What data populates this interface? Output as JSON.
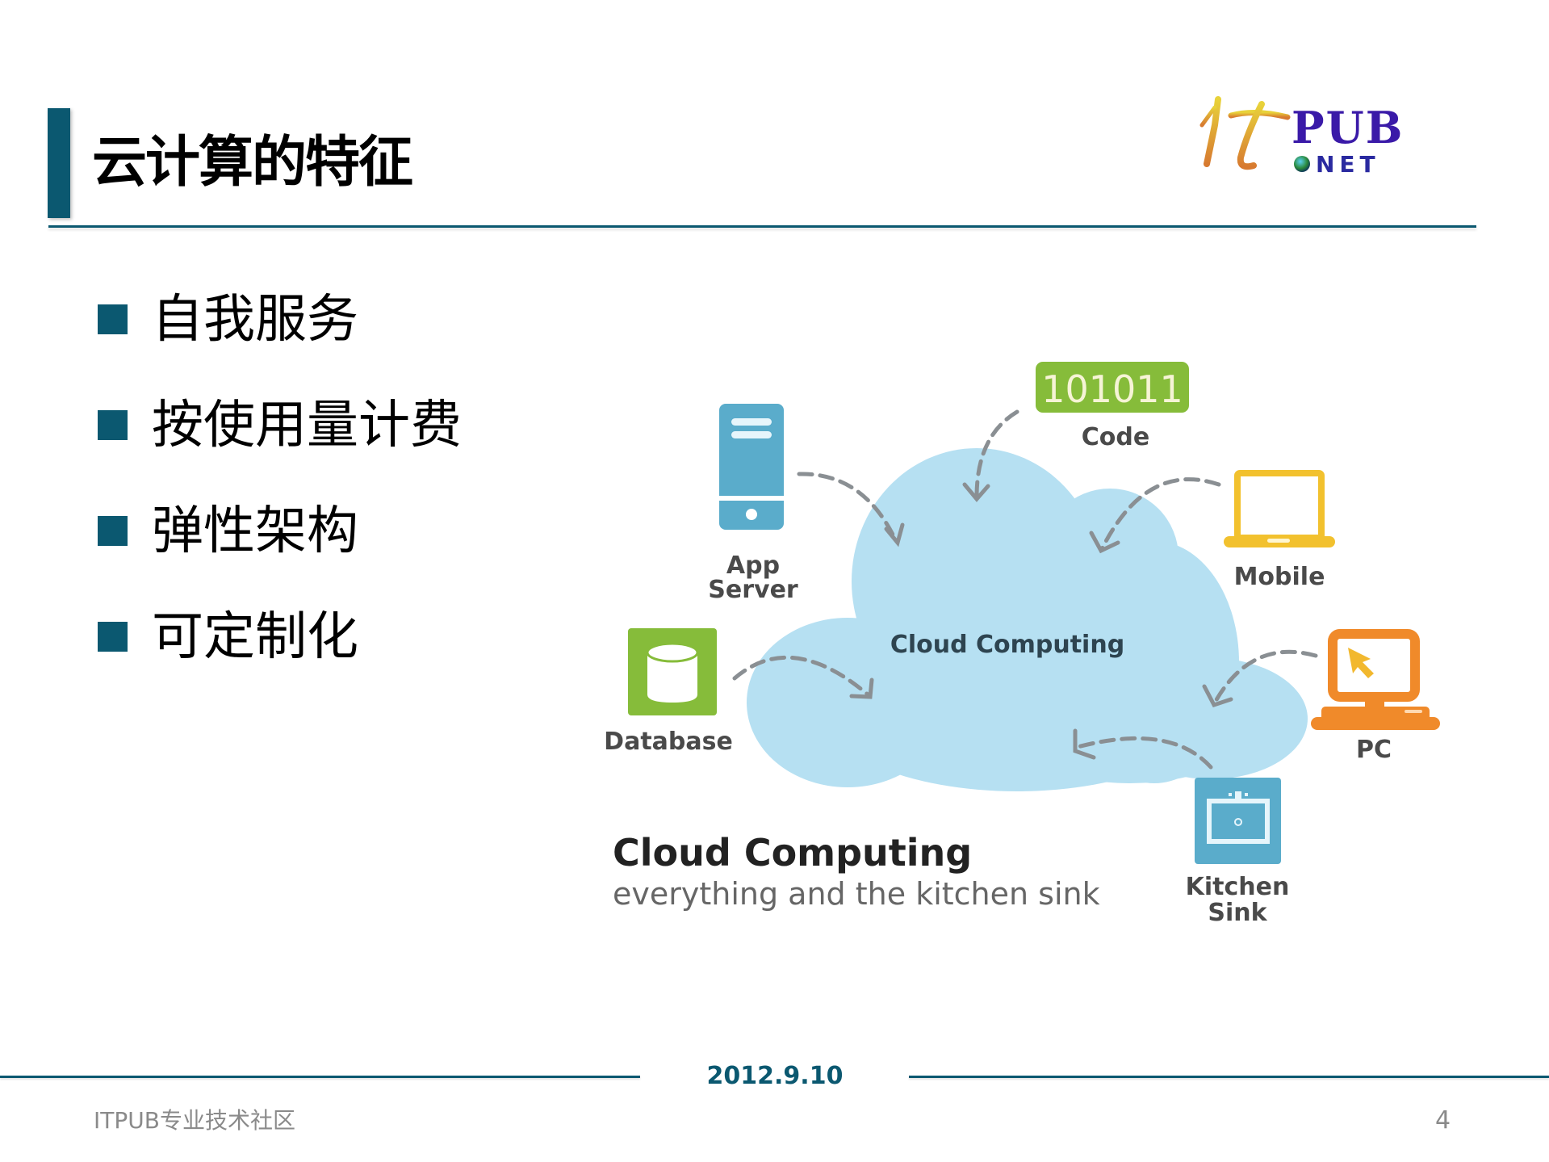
{
  "slide": {
    "title": "云计算的特征",
    "accent_color": "#0b5870",
    "logo": {
      "main": "PUB",
      "script": "IT",
      "sub": "NET"
    },
    "bullets": [
      {
        "text": "自我服务"
      },
      {
        "text": "按使用量计费"
      },
      {
        "text": "弹性架构"
      },
      {
        "text": "可定制化"
      }
    ]
  },
  "diagram": {
    "cloud_label": "Cloud Computing",
    "cloud_color": "#b6e0f2",
    "caption_title": "Cloud Computing",
    "caption_subtitle": "everything and the kitchen sink",
    "nodes": {
      "code": {
        "label": "Code",
        "value": "101011",
        "icon": "code-block-icon",
        "color": "#86bc3a"
      },
      "app_server": {
        "label_line1": "App",
        "label_line2": "Server",
        "icon": "server-icon",
        "color": "#5aaccb"
      },
      "mobile": {
        "label": "Mobile",
        "icon": "laptop-icon",
        "color": "#f2c12e"
      },
      "database": {
        "label": "Database",
        "icon": "database-icon",
        "color": "#86bc3a"
      },
      "pc": {
        "label": "PC",
        "icon": "desktop-computer-icon",
        "color": "#f08a2a"
      },
      "kitchen_sink": {
        "label_line1": "Kitchen",
        "label_line2": "Sink",
        "icon": "sink-icon",
        "color": "#5aaccb"
      }
    }
  },
  "footer": {
    "date": "2012.9.10",
    "organization": "ITPUB专业技术社区",
    "page_number": "4"
  }
}
